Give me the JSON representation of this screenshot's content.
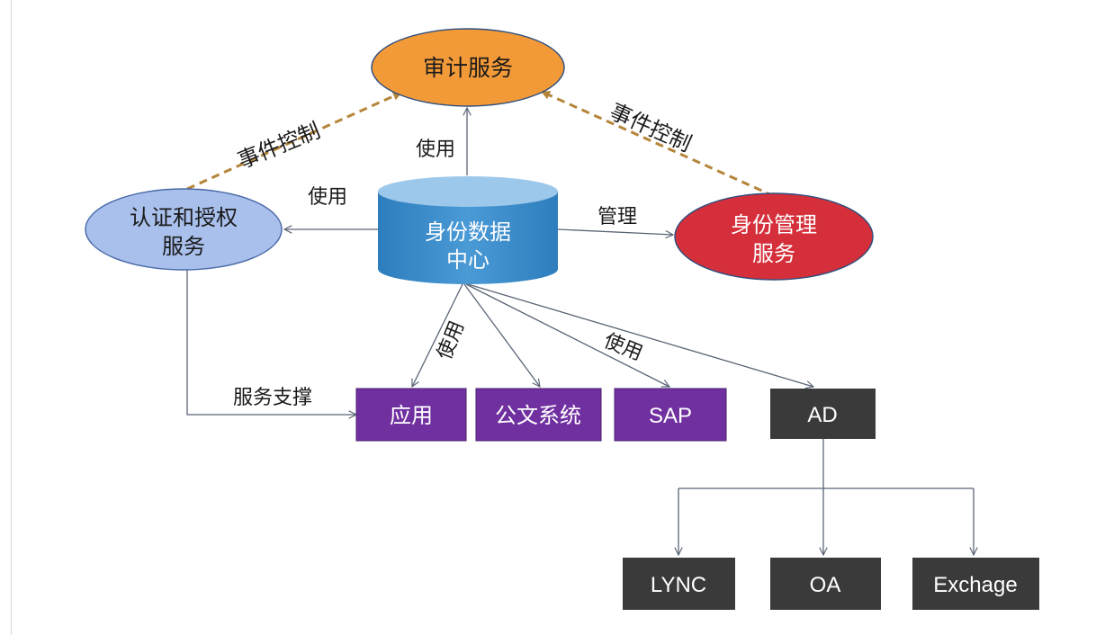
{
  "nodes": {
    "audit": "审计服务",
    "auth_line1": "认证和授权",
    "auth_line2": "服务",
    "idc_line1": "身份数据",
    "idc_line2": "中心",
    "idm_line1": "身份管理",
    "idm_line2": "服务",
    "app": "应用",
    "doc": "公文系统",
    "sap": "SAP",
    "ad": "AD",
    "lync": "LYNC",
    "oa": "OA",
    "exch": "Exchage"
  },
  "edges": {
    "event_left": "事件控制",
    "event_right": "事件控制",
    "use_top": "使用",
    "use_left": "使用",
    "manage": "管理",
    "use_app": "使用",
    "use_sap": "使用",
    "support": "服务支撑"
  },
  "colors": {
    "audit": "#f39a38",
    "auth": "#a9c0ec",
    "idc": "#3a8ccc",
    "idm": "#d42f3a",
    "purple": "#7030a0",
    "dark": "#3a3a3a",
    "dashed": "#b5853a",
    "line": "#5a6576"
  }
}
